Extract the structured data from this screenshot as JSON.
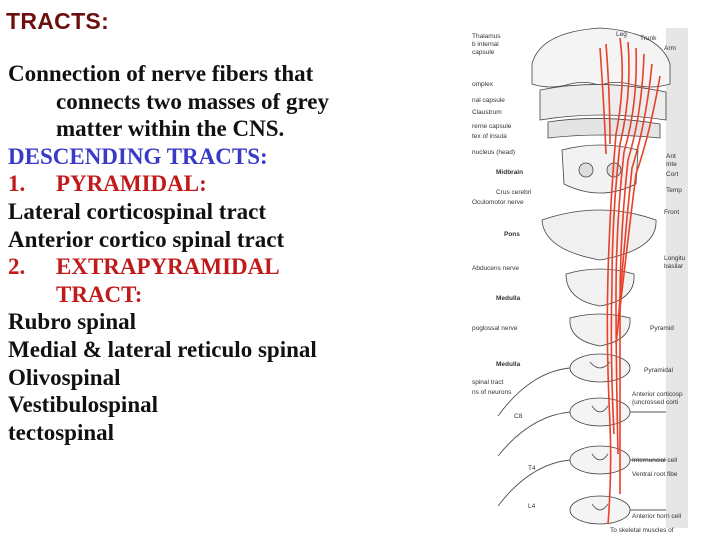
{
  "slide": {
    "title": "TRACTS:",
    "definition_line1": "Connection of nerve fibers that",
    "definition_line2": "connects two masses of grey",
    "definition_line3": "matter within the CNS.",
    "descending_heading": "DESCENDING TRACTS:",
    "pyramidal_number": "1.",
    "pyramidal_heading": "PYRAMIDAL:",
    "pyramidal_items": [
      "Lateral corticospinal tract",
      "Anterior cortico spinal tract"
    ],
    "extrapyramidal_number": "2.",
    "extrapyramidal_heading_line1": "EXTRAPYRAMIDAL",
    "extrapyramidal_heading_line2": "TRACT:",
    "extrapyramidal_items": [
      "Rubro spinal",
      "Medial & lateral reticulo spinal",
      "Olivospinal",
      "Vestibulospinal",
      "tectospinal"
    ]
  },
  "figure": {
    "left_labels": [
      "Thalamus",
      "b internal",
      "capsule",
      "omplex",
      "nal capsule",
      "Claustrum",
      "rerne capsule",
      "tex of insula",
      "nucleus (head)",
      "Midbrain",
      "Crus cerebri",
      "Oculomotor nerve",
      "Pons",
      "Abducens nerve",
      "Medulla",
      "poglossal nerve",
      "Medulla",
      "spinal tract",
      "ns of neurons",
      "C8",
      "T4",
      "L4"
    ],
    "right_labels": [
      "Leg",
      "Trunk",
      "Arm",
      "Ant",
      "Inte",
      "Cort",
      "Temp",
      "Front",
      "Longitu",
      "basilar",
      "Pyramid",
      "Pyramidal",
      "Anterior corticosp",
      "(uncrossed corti",
      "Internuncial cell",
      "Ventral root fibe",
      "Anterior horn cell",
      "To skeletal muscles of"
    ],
    "colors": {
      "tract": "#e8402a",
      "outline": "#444444",
      "panel": "#ececec"
    }
  }
}
